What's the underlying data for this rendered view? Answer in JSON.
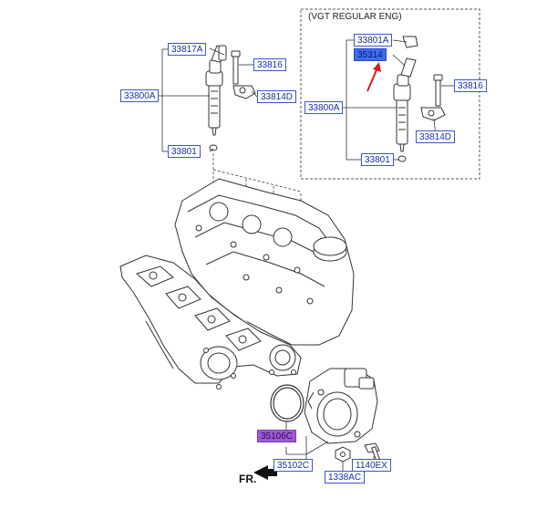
{
  "inset": {
    "title": "(VGT REGULAR ENG)"
  },
  "labels": {
    "l33817A": "33817A",
    "l33816_left": "33816",
    "l33800A_left": "33800A",
    "l33814D_left": "33814D",
    "l33801_left": "33801",
    "l33801A": "33801A",
    "l35314": "35314",
    "l33800A_right": "33800A",
    "l33816_right": "33816",
    "l33814D_right": "33814D",
    "l33801_right": "33801",
    "l35106C": "35106C",
    "l35102C": "35102C",
    "l1338AC": "1338AC",
    "l1140EX": "1140EX"
  },
  "direction": {
    "label": "FR."
  },
  "colors": {
    "highlight_blue": "#3f6df0",
    "highlight_purple": "#9d5bd6",
    "arrow_red": "#e0161b",
    "label_text": "#1a2ea8"
  }
}
